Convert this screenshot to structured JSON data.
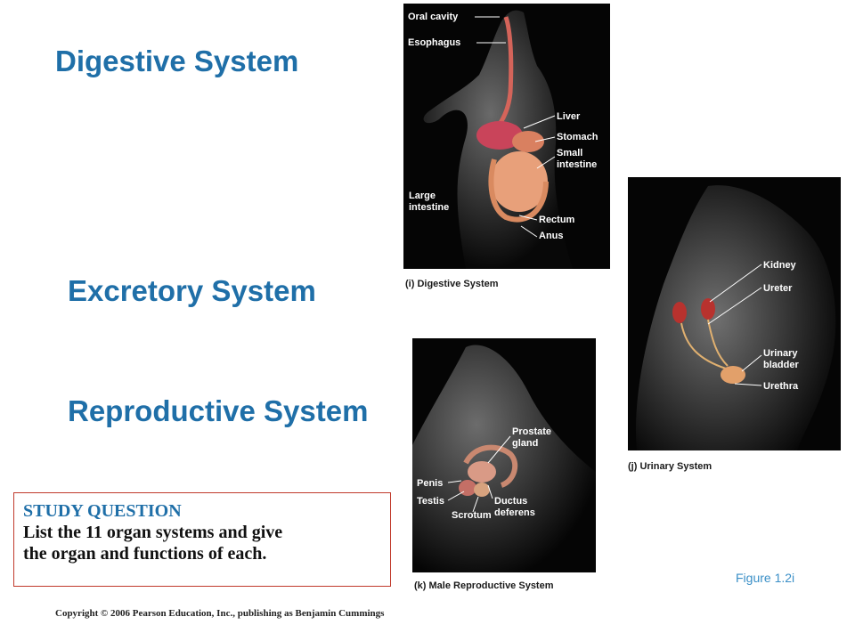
{
  "headings": {
    "digestive": "Digestive System",
    "excretory": "Excretory System",
    "reproductive": "Reproductive System"
  },
  "figures": {
    "digestive": {
      "caption": "(i) Digestive System",
      "labels": {
        "oral_cavity": "Oral cavity",
        "esophagus": "Esophagus",
        "liver": "Liver",
        "stomach": "Stomach",
        "small_intestine_1": "Small",
        "small_intestine_2": "intestine",
        "large_intestine_1": "Large",
        "large_intestine_2": "intestine",
        "rectum": "Rectum",
        "anus": "Anus"
      }
    },
    "urinary": {
      "caption": "(j) Urinary System",
      "labels": {
        "kidney": "Kidney",
        "ureter": "Ureter",
        "bladder_1": "Urinary",
        "bladder_2": "bladder",
        "urethra": "Urethra"
      }
    },
    "reproductive": {
      "caption": "(k) Male Reproductive System",
      "labels": {
        "prostate_1": "Prostate",
        "prostate_2": "gland",
        "penis": "Penis",
        "testis": "Testis",
        "scrotum": "Scrotum",
        "ductus_1": "Ductus",
        "ductus_2": "deferens"
      }
    }
  },
  "study_question": {
    "title": "STUDY QUESTION",
    "line1": "List the 11 organ systems and give",
    "line2": "the organ and functions of each."
  },
  "figure_label": "Figure 1.2i",
  "copyright": "Copyright © 2006 Pearson Education, Inc., publishing as Benjamin Cummings",
  "colors": {
    "heading": "#1f6fa8",
    "study_border": "#c0392b",
    "figure_label": "#3a8fc7",
    "panel_bg": "#050505"
  }
}
